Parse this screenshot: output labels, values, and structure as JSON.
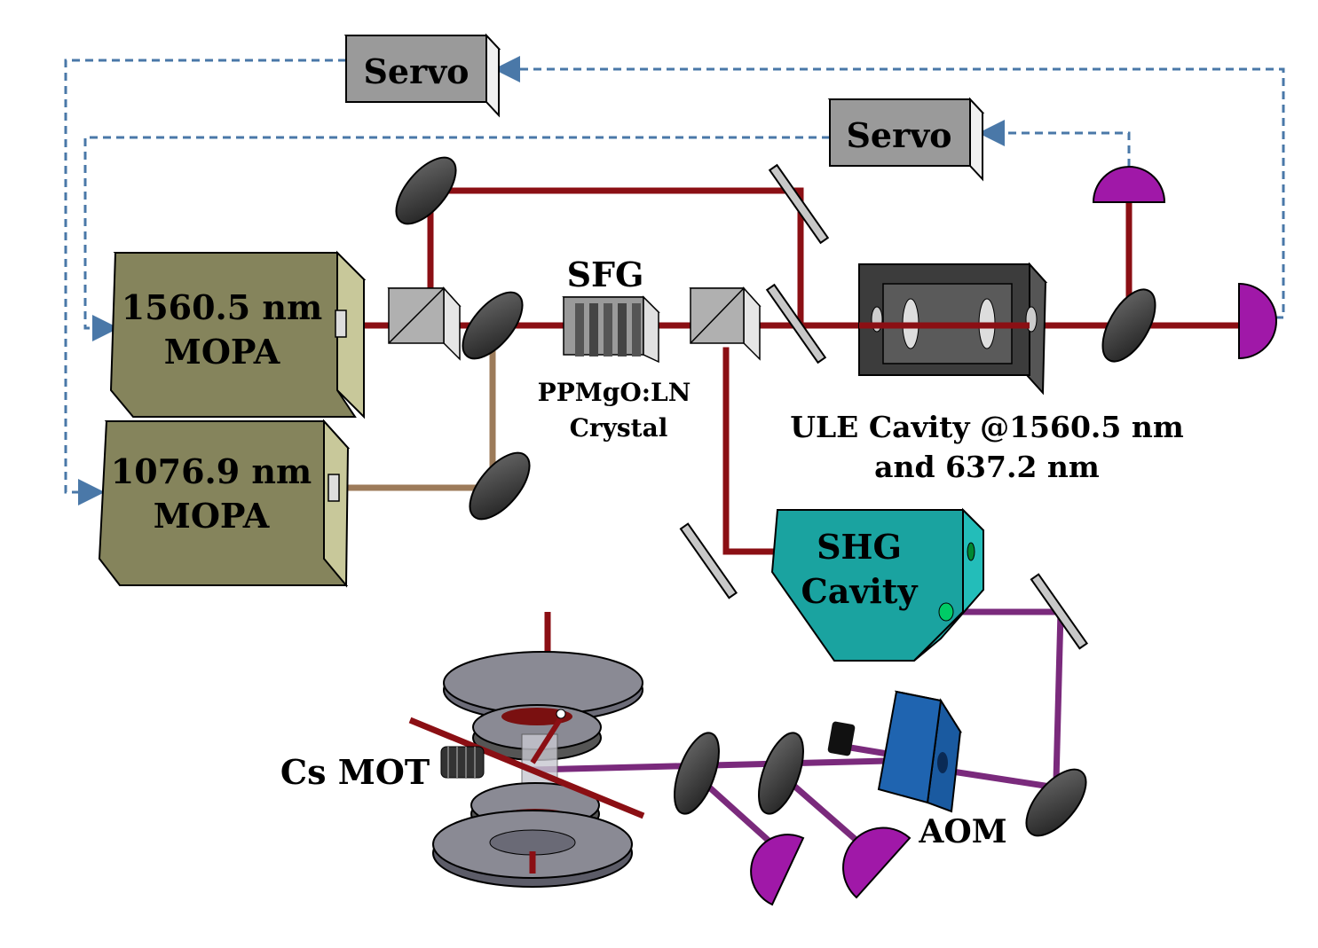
{
  "servo_top": "Servo",
  "servo_mid": "Servo",
  "laser_1560": [
    "1560.5 nm",
    "MOPA"
  ],
  "laser_1077": [
    "1076.9 nm",
    "MOPA"
  ],
  "sfg_label": "SFG",
  "crystal_label": [
    "PPMgO:LN",
    "Crystal"
  ],
  "ule_label": [
    "ULE Cavity @1560.5 nm",
    "and 637.2 nm"
  ],
  "shg_label": [
    "SHG",
    "Cavity"
  ],
  "mot_label": "Cs MOT",
  "aom_label": "AOM",
  "colors": {
    "beam_1560": "#8b0f14",
    "beam_1077": "#9c7b5a",
    "beam_852": "#7a2a7c",
    "feedback": "#4a78a8",
    "mopa": "#85845c",
    "shg": "#1aa3a0",
    "aom": "#1f64b0",
    "detector": "#a018a8"
  }
}
